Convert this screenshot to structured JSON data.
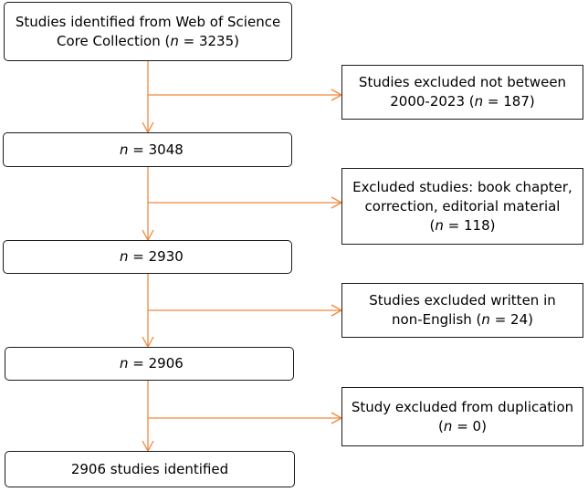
{
  "arrow_color": "#f0883e",
  "main_steps": [
    {
      "line1": "Studies identified from Web of Science",
      "line2_pre": "Core Collection (",
      "n_label": "n",
      "line2_post": " = 3235)"
    },
    {
      "n_label": "n",
      "text": " = 3048"
    },
    {
      "n_label": "n",
      "text": " = 2930"
    },
    {
      "n_label": "n",
      "text": " = 2906"
    },
    {
      "text": "2906 studies identified"
    }
  ],
  "exclusions": [
    {
      "line1": "Studies excluded not between",
      "line2_pre": "2000-2023 (",
      "n_label": "n",
      "line2_post": " = 187)"
    },
    {
      "line1": "Excluded studies: book chapter,",
      "line2": "correction, editorial material",
      "line3_pre": "(",
      "n_label": "n",
      "line3_post": " = 118)"
    },
    {
      "line1": "Studies excluded written in",
      "line2_pre": "non-English (",
      "n_label": "n",
      "line2_post": " = 24)"
    },
    {
      "line1": "Study excluded from duplication",
      "line2_pre": "(",
      "n_label": "n",
      "line2_post": " = 0)"
    }
  ]
}
